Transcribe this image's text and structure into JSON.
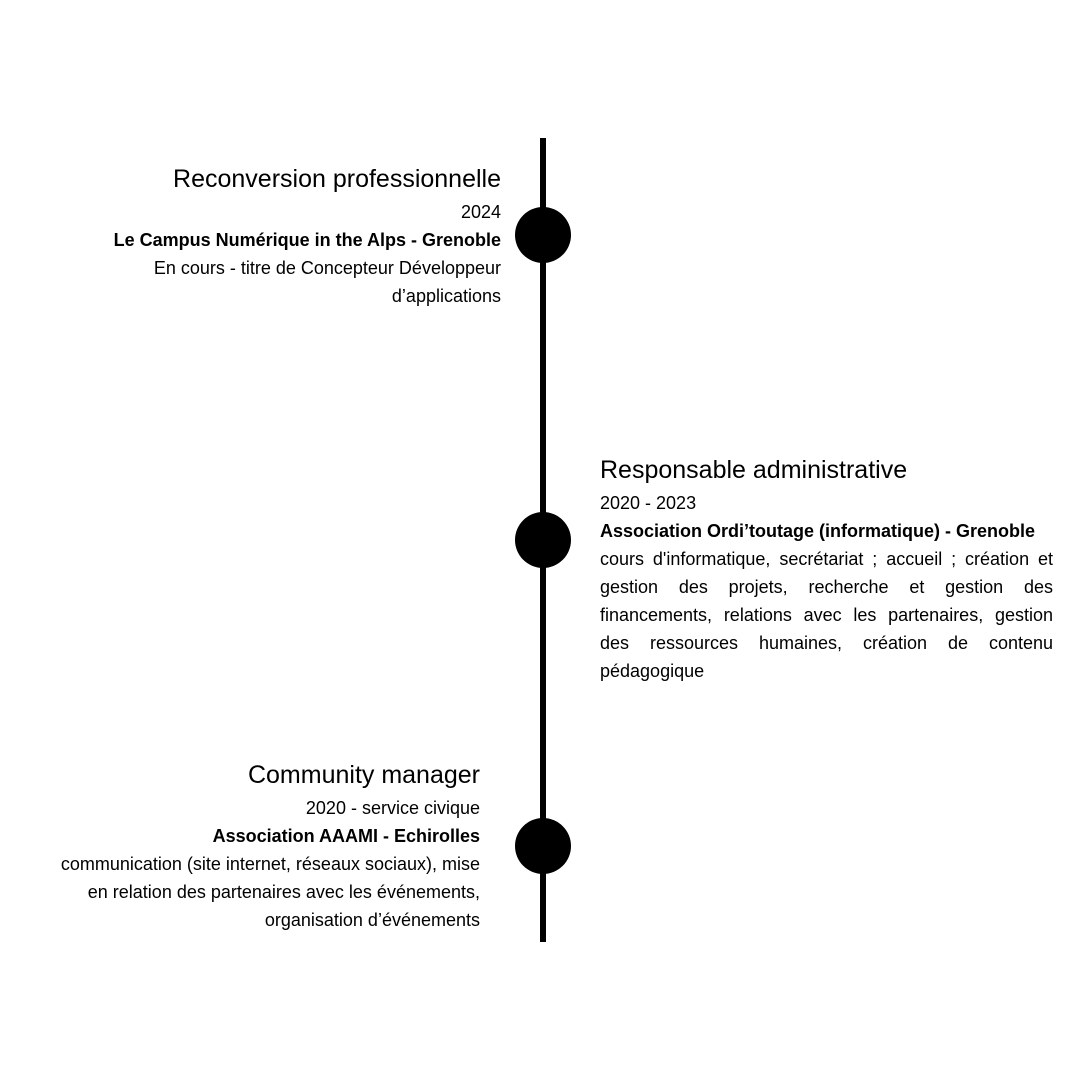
{
  "timeline": {
    "entries": [
      {
        "title": "Reconversion professionnelle",
        "date": "2024",
        "organization": "Le Campus Numérique in the Alps - Grenoble",
        "description_lines": [
          "En cours - titre de Concepteur Développeur",
          "d’applications"
        ]
      },
      {
        "title": "Responsable administrative",
        "date": "2020 - 2023",
        "organization": "Association Ordi’toutage (informatique) - Grenoble",
        "description": "cours d'informatique, secrétariat ; accueil ; création et gestion des projets, recherche et gestion des financements, relations avec les partenaires, gestion des ressources humaines, création de contenu pédagogique"
      },
      {
        "title": "Community manager",
        "date": "2020 - service civique",
        "organization": "Association AAAMI - Echirolles",
        "description_lines": [
          "communication (site internet, réseaux sociaux), mise",
          "en relation des partenaires avec les événements,",
          "organisation d’événements"
        ]
      }
    ]
  }
}
